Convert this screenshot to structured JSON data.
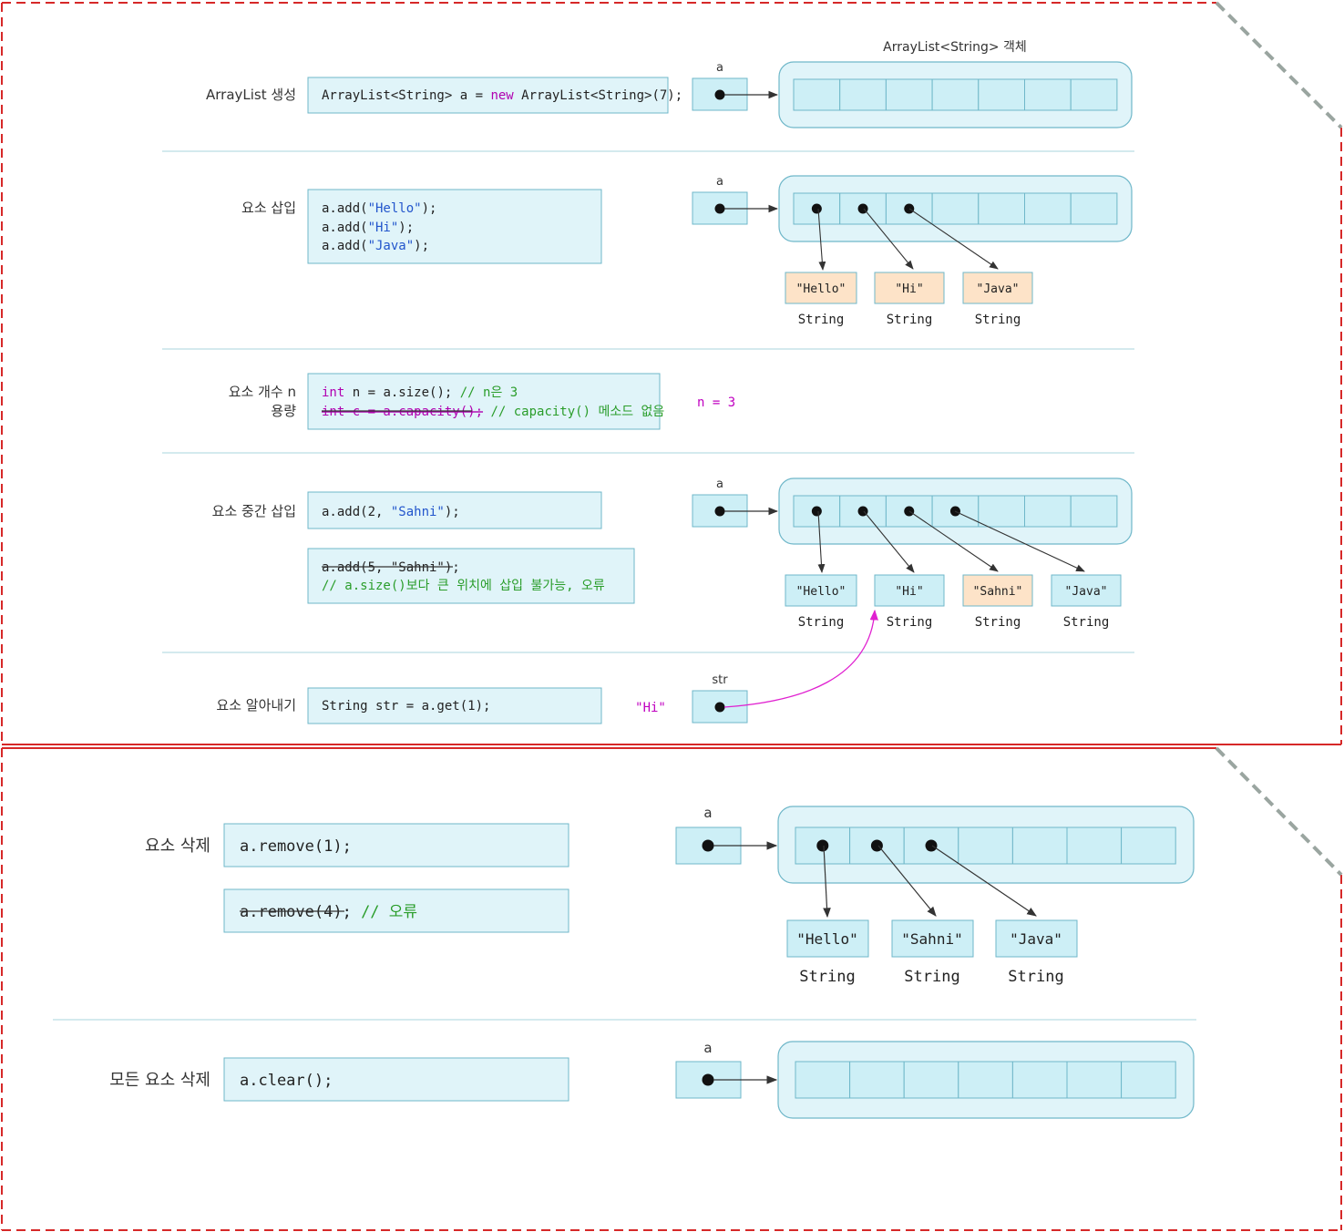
{
  "panel1": {
    "object_caption": "ArrayList<String> 객체",
    "ref_a": "a",
    "ref_str": "str",
    "create": {
      "label": "ArrayList 생성",
      "code_pre": "ArrayList<String> a = ",
      "code_kw": "new",
      "code_post": " ArrayList<String>(7);"
    },
    "insert": {
      "label": "요소 삽입",
      "lines": [
        {
          "pre": "a.add(",
          "str": "\"Hello\"",
          "post": ");"
        },
        {
          "pre": "a.add(",
          "str": "\"Hi\"",
          "post": ");"
        },
        {
          "pre": "a.add(",
          "str": "\"Java\"",
          "post": ");"
        }
      ],
      "strings": [
        "\"Hello\"",
        "\"Hi\"",
        "\"Java\""
      ]
    },
    "size": {
      "label1": "요소 개수 n",
      "label2": "용량",
      "line1_kw": "int",
      "line1_code": " n = a.size(); ",
      "line1_cmt": "// n은 3",
      "line2_struck": "int c = a.capacity();",
      "line2_cmt": " // capacity() 메소드 없음",
      "result": "n = 3"
    },
    "mid_insert": {
      "label": "요소 중간 삽입",
      "code_pre": "a.add(2, ",
      "code_str": "\"Sahni\"",
      "code_post": ");",
      "err_struck": "a.add(5, \"Sahni\");",
      "err_cmt": "// a.size()보다 큰 위치에 삽입 불가능, 오류",
      "strings": [
        "\"Hello\"",
        "\"Hi\"",
        "\"Sahni\"",
        "\"Java\""
      ]
    },
    "get": {
      "label": "요소 알아내기",
      "code": "String str = a.get(1);",
      "result": "\"Hi\""
    },
    "type_label": "String"
  },
  "panel2": {
    "ref_a": "a",
    "remove": {
      "label": "요소 삭제",
      "code": "a.remove(1);",
      "err_struck": "a.remove(4);",
      "err_cmt": " // 오류",
      "strings": [
        "\"Hello\"",
        "\"Sahni\"",
        "\"Java\""
      ]
    },
    "clear": {
      "label": "모든 요소 삭제",
      "code": "a.clear();"
    },
    "type_label": "String"
  },
  "colors": {
    "border_red": "#d62828",
    "fold_gray": "#9aa5a0",
    "cell_fill": "#cdeff6",
    "cell_stroke": "#6fb7c9",
    "box_fill": "#e0f4f9",
    "new_str_fill": "#fde3c8",
    "keyword": "#b000b0",
    "string": "#2255cc",
    "comment": "#2a9d2a",
    "result": "#c000c0",
    "divider": "#a8d4de"
  }
}
